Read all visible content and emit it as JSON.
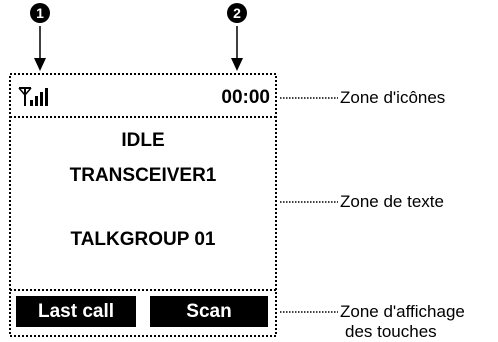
{
  "callouts": {
    "one": "1",
    "two": "2"
  },
  "screen": {
    "clock": "00:00",
    "status": "IDLE",
    "transceiver": "TRANSCEIVER1",
    "talkgroup": "TALKGROUP 01",
    "softkeys": {
      "left": "Last call",
      "right": "Scan"
    },
    "signal_icon": "signal-strength-icon"
  },
  "zones": {
    "icons": "Zone d'icônes",
    "text": "Zone de texte",
    "keys_line1": "Zone d'affichage",
    "keys_line2": "des touches"
  },
  "colors": {
    "ink": "#000000",
    "background": "#ffffff"
  }
}
